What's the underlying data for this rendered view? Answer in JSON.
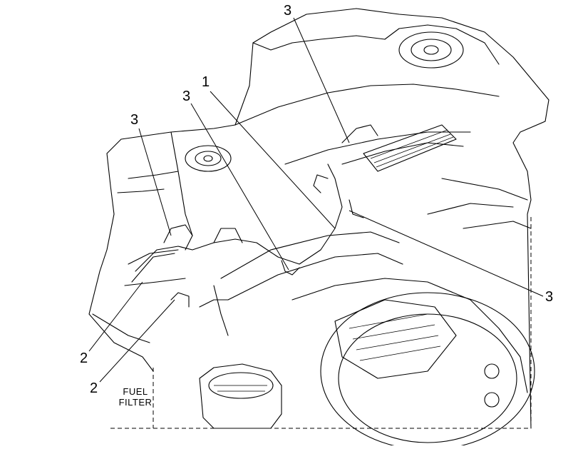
{
  "diagram": {
    "callouts": [
      {
        "id": "c1",
        "text": "1"
      },
      {
        "id": "c2a",
        "text": "2"
      },
      {
        "id": "c2b",
        "text": "2"
      },
      {
        "id": "c3a",
        "text": "3"
      },
      {
        "id": "c3b",
        "text": "3"
      },
      {
        "id": "c3c",
        "text": "3"
      },
      {
        "id": "c3d",
        "text": "3"
      }
    ],
    "fuel_filter_label": {
      "line1": "FUEL",
      "line2": "FILTER"
    }
  }
}
